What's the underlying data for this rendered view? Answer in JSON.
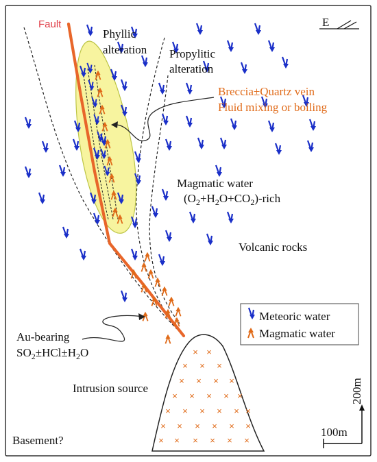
{
  "colors": {
    "fault": "#e8662a",
    "fault_label": "#e0404a",
    "meteoric": "#1a2fc8",
    "magmatic": "#e06a18",
    "alteration_fill": "#f7f49a",
    "alteration_stroke": "#b9c23c",
    "intrusion_marks": "#e06a18",
    "text_orange": "#e06a18"
  },
  "labels": {
    "fault": "Fault",
    "north": "E",
    "phyllic_1": "Phyllic",
    "phyllic_2": "alteration",
    "propylitic_1": "Propylitic",
    "propylitic_2": "alteration",
    "breccia_1": "Breccia±Quartz vein",
    "breccia_2": "Fluid mixing or boiling",
    "magmatic_water_1": "Magmatic water",
    "magmatic_water_2_a": "(O",
    "magmatic_water_2_b": "+H",
    "magmatic_water_2_c": "O+CO",
    "magmatic_water_2_d": ")-rich",
    "sub_2": "2",
    "volcanic": "Volcanic rocks",
    "au_1": "Au-bearing",
    "au_2_a": "SO",
    "au_2_b": "±HCl±H",
    "au_2_c": "O",
    "intrusion": "Intrusion source",
    "basement": "Basement?",
    "scale_h": "100m",
    "scale_v": "200m"
  },
  "legend": [
    {
      "icon": "meteoric-arrow-icon",
      "label": "Meteoric water"
    },
    {
      "icon": "magmatic-arrow-icon",
      "label": "Magmatic water"
    }
  ],
  "icons": {
    "meteoric": "down-left-arrow-icon",
    "magmatic": "up-right-arrow-icon",
    "intrusion": "x-mark-icon",
    "north": "compass-e-icon"
  }
}
